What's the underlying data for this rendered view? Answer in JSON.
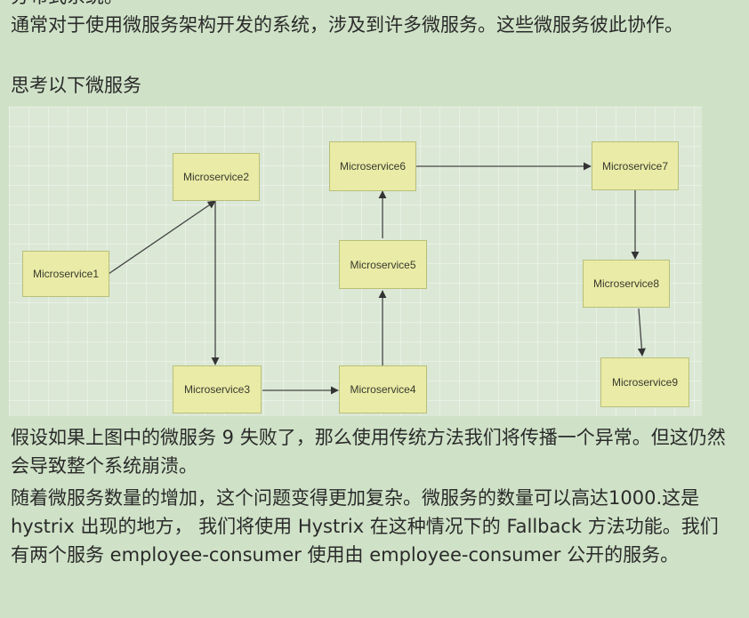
{
  "text": {
    "top_partial": "分布式系统。",
    "intro": "通常对于使用微服务架构开发的系统，涉及到许多微服务。这些微服务彼此协作。",
    "think": "思考以下微服务",
    "failure": "假设如果上图中的微服务 9 失败了，那么使用传统方法我们将传播一个异常。但这仍然会导致整个系统崩溃。",
    "growth": "随着微服务数量的增加，这个问题变得更加复杂。微服务的数量可以高达1000.这是 hystrix 出现的地方， 我们将使用 Hystrix 在这种情况下的 Fallback 方法功能。我们有两个服务 employee-consumer 使用由 employee-consumer 公开的服务。"
  },
  "diagram": {
    "nodes": {
      "ms1": "Microservice1",
      "ms2": "Microservice2",
      "ms3": "Microservice3",
      "ms4": "Microservice4",
      "ms5": "Microservice5",
      "ms6": "Microservice6",
      "ms7": "Microservice7",
      "ms8": "Microservice8",
      "ms9": "Microservice9"
    },
    "node_fill": "#e9eba6",
    "edges": [
      [
        "ms1",
        "ms2"
      ],
      [
        "ms2",
        "ms3"
      ],
      [
        "ms3",
        "ms4"
      ],
      [
        "ms4",
        "ms5"
      ],
      [
        "ms5",
        "ms6"
      ],
      [
        "ms6",
        "ms7"
      ],
      [
        "ms7",
        "ms8"
      ],
      [
        "ms8",
        "ms9"
      ]
    ]
  }
}
